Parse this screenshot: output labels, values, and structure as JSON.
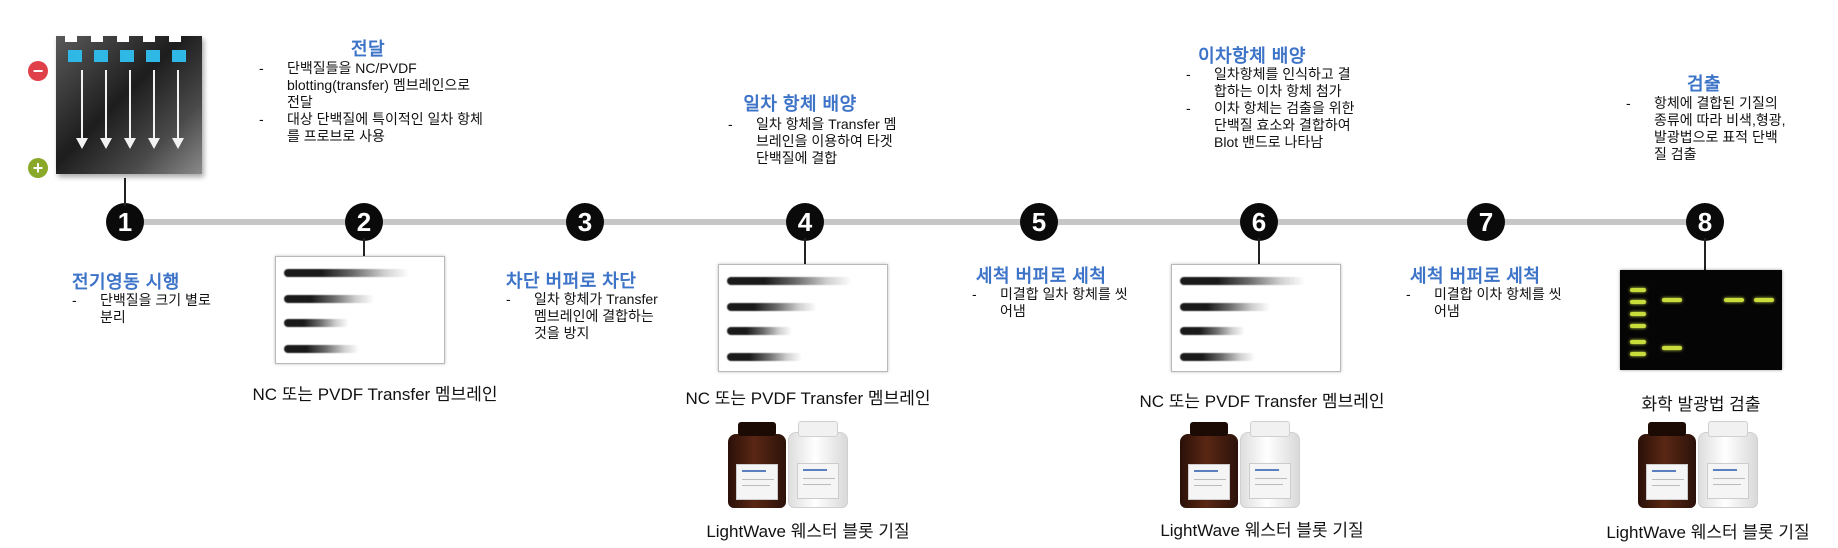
{
  "steps": [
    {
      "num": "1",
      "title": "전기영동 시행",
      "items": [
        "단백질을 크기 별로 분리"
      ]
    },
    {
      "num": "2",
      "title": "전달",
      "items": [
        "단백질들을 NC/PVDF blotting(transfer) 멤브레인으로 전달",
        "대상 단백질에 특이적인 일차 항체를 프로브로 사용"
      ]
    },
    {
      "num": "3",
      "title": "차단 버퍼로 차단",
      "items": [
        "일차 항체가 Transfer 멤브레인에 결합하는 것을 방지"
      ]
    },
    {
      "num": "4",
      "title": "일차 항체 배양",
      "items": [
        "일차 항체을 Transfer 멤브레인을 이용하여 타겟 단백질에 결합"
      ]
    },
    {
      "num": "5",
      "title": "세척 버퍼로 세척",
      "items": [
        "미결합 일차 항체를 씻어냄"
      ]
    },
    {
      "num": "6",
      "title": "이차항체 배양",
      "items": [
        "일차항체를 인식하고 결합하는 이차 항체 첨가",
        "이차 항체는 검출을 위한 단백질 효소와 결합하여 Blot 밴드로 나타남"
      ]
    },
    {
      "num": "7",
      "title": "세척 버퍼로 세척",
      "items": [
        "미결합 이차 항체를 씻어냄"
      ]
    },
    {
      "num": "8",
      "title": "검출",
      "items": [
        "항체에 결합된 기질의 종류에 따라 비색,형광,발광법으로 표적 단백질 검출"
      ]
    }
  ],
  "captions": {
    "membrane_2": "NC 또는 PVDF Transfer 멤브레인",
    "membrane_4": "NC 또는 PVDF Transfer 멤브레인",
    "membrane_6": "NC 또는 PVDF Transfer 멤브레인",
    "detection": "화학 발광법 검출",
    "substrate_4": "LightWave 웨스터 블롯 기질",
    "substrate_6": "LightWave 웨스터 블롯 기질",
    "substrate_8": "LightWave 웨스터 블롯 기질"
  },
  "electrodes": {
    "negative": "−",
    "positive": "+"
  },
  "icons": {
    "gel": "electrophoresis-gel-icon",
    "membrane": "blot-membrane-icon",
    "chemi": "chemiluminescence-image-icon",
    "bottles": "substrate-bottles-icon"
  },
  "colors": {
    "title": "#3e74c8",
    "timeline": "#c6c6c6",
    "marker": "#0a0a0a",
    "well": "#2fb7e6",
    "negative": "#e0404a",
    "positive": "#8aa82a",
    "chemi_band": "#c8dc3c"
  }
}
